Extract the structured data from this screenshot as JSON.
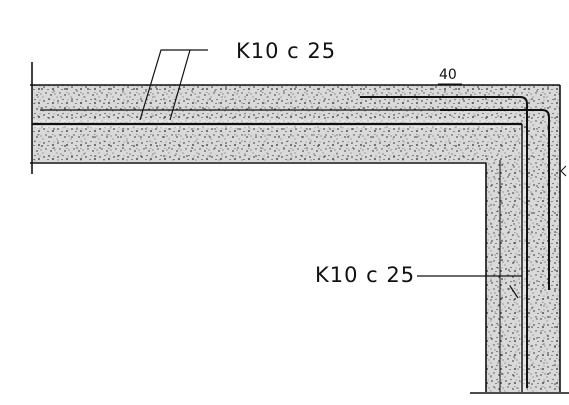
{
  "labels": {
    "top_rebar": "K10 c 25",
    "side_rebar": "K10 c 25",
    "dimension": "40"
  },
  "colors": {
    "ink": "#111111",
    "concrete_base": "#d8d8d8",
    "concrete_speckle": "#4a4a4a",
    "paper": "#ffffff"
  }
}
